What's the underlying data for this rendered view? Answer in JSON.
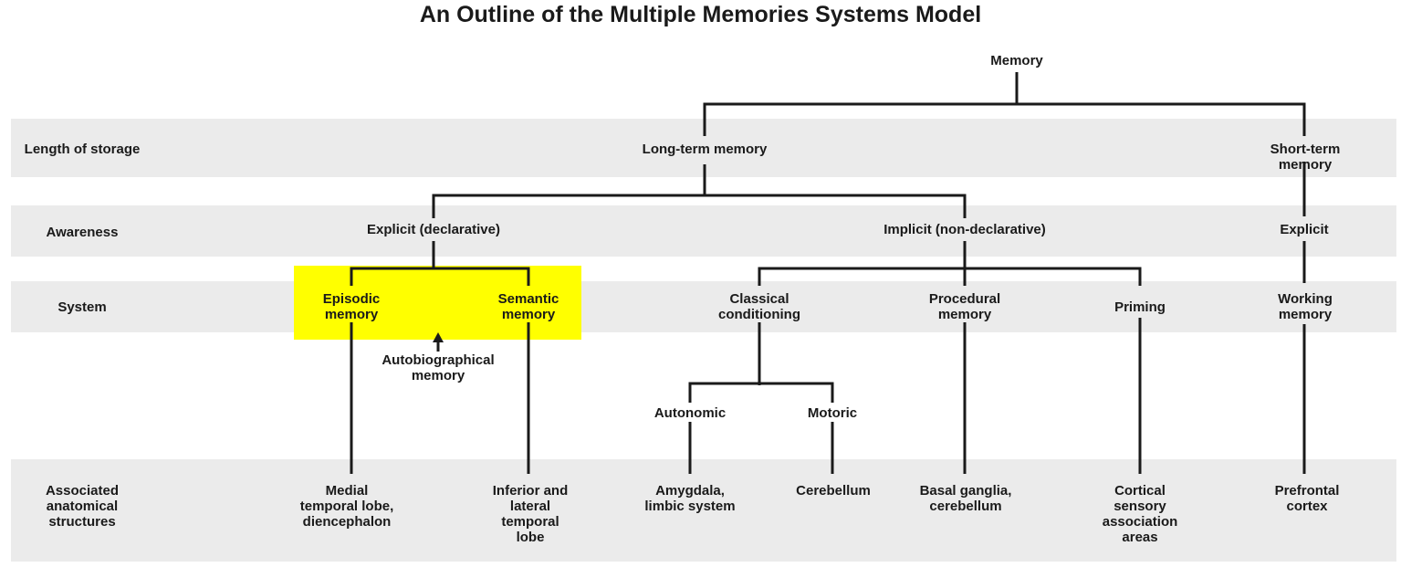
{
  "title": "An Outline of the Multiple Memories Systems Model",
  "colors": {
    "band_gray": "#ebebeb",
    "highlight_yellow": "#ffff00",
    "line_black": "#1a1a1a",
    "text_black": "#1a1a1a"
  },
  "row_headers": {
    "storage": "Length of storage",
    "awareness": "Awareness",
    "system": "System",
    "anatomy": "Associated\nanatomical\nstructures"
  },
  "nodes": {
    "memory": "Memory",
    "long_term_memory": "Long-term memory",
    "short_term_memory": "Short-term memory",
    "explicit_declarative": "Explicit (declarative)",
    "implicit_non_declarative": "Implicit (non-declarative)",
    "explicit_short_term": "Explicit",
    "episodic_memory": "Episodic\nmemory",
    "semantic_memory": "Semantic\nmemory",
    "autobiographical_memory": "Autobiographical\nmemory",
    "classical_conditioning": "Classical\nconditioning",
    "procedural_memory": "Procedural\nmemory",
    "priming": "Priming",
    "working_memory": "Working\nmemory",
    "autonomic": "Autonomic",
    "motoric": "Motoric"
  },
  "anatomical_structures": {
    "medial_temporal": "Medial\ntemporal lobe,\ndiencephalon",
    "inferior_lateral_temporal": "Inferior and\nlateral\ntemporal\nlobe",
    "amygdala_limbic": "Amygdala,\nlimbic system",
    "cerebellum": "Cerebellum",
    "basal_ganglia_cerebellum": "Basal ganglia,\ncerebellum",
    "cortical_sensory": "Cortical\nsensory\nassociation\nareas",
    "prefrontal_cortex": "Prefrontal\ncortex"
  }
}
